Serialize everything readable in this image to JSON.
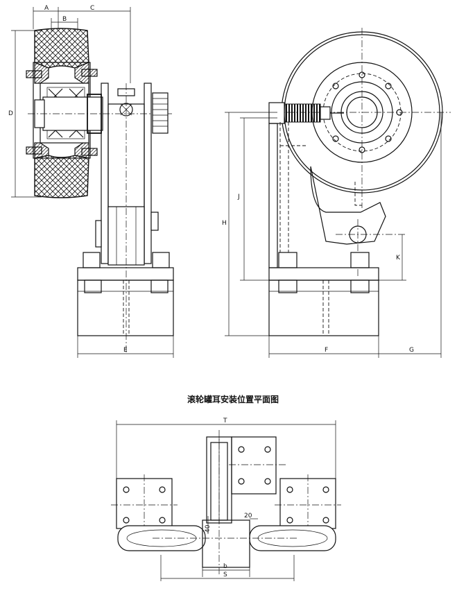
{
  "caption": "滚轮罐耳安装位置平面图",
  "dimensions": {
    "A": "A",
    "B": "B",
    "C": "C",
    "D": "D",
    "E": "E",
    "F": "F",
    "G": "G",
    "H": "H",
    "J": "J",
    "K": "K",
    "T": "T",
    "S": "S",
    "b": "b",
    "d20": "20",
    "d40": "40"
  }
}
